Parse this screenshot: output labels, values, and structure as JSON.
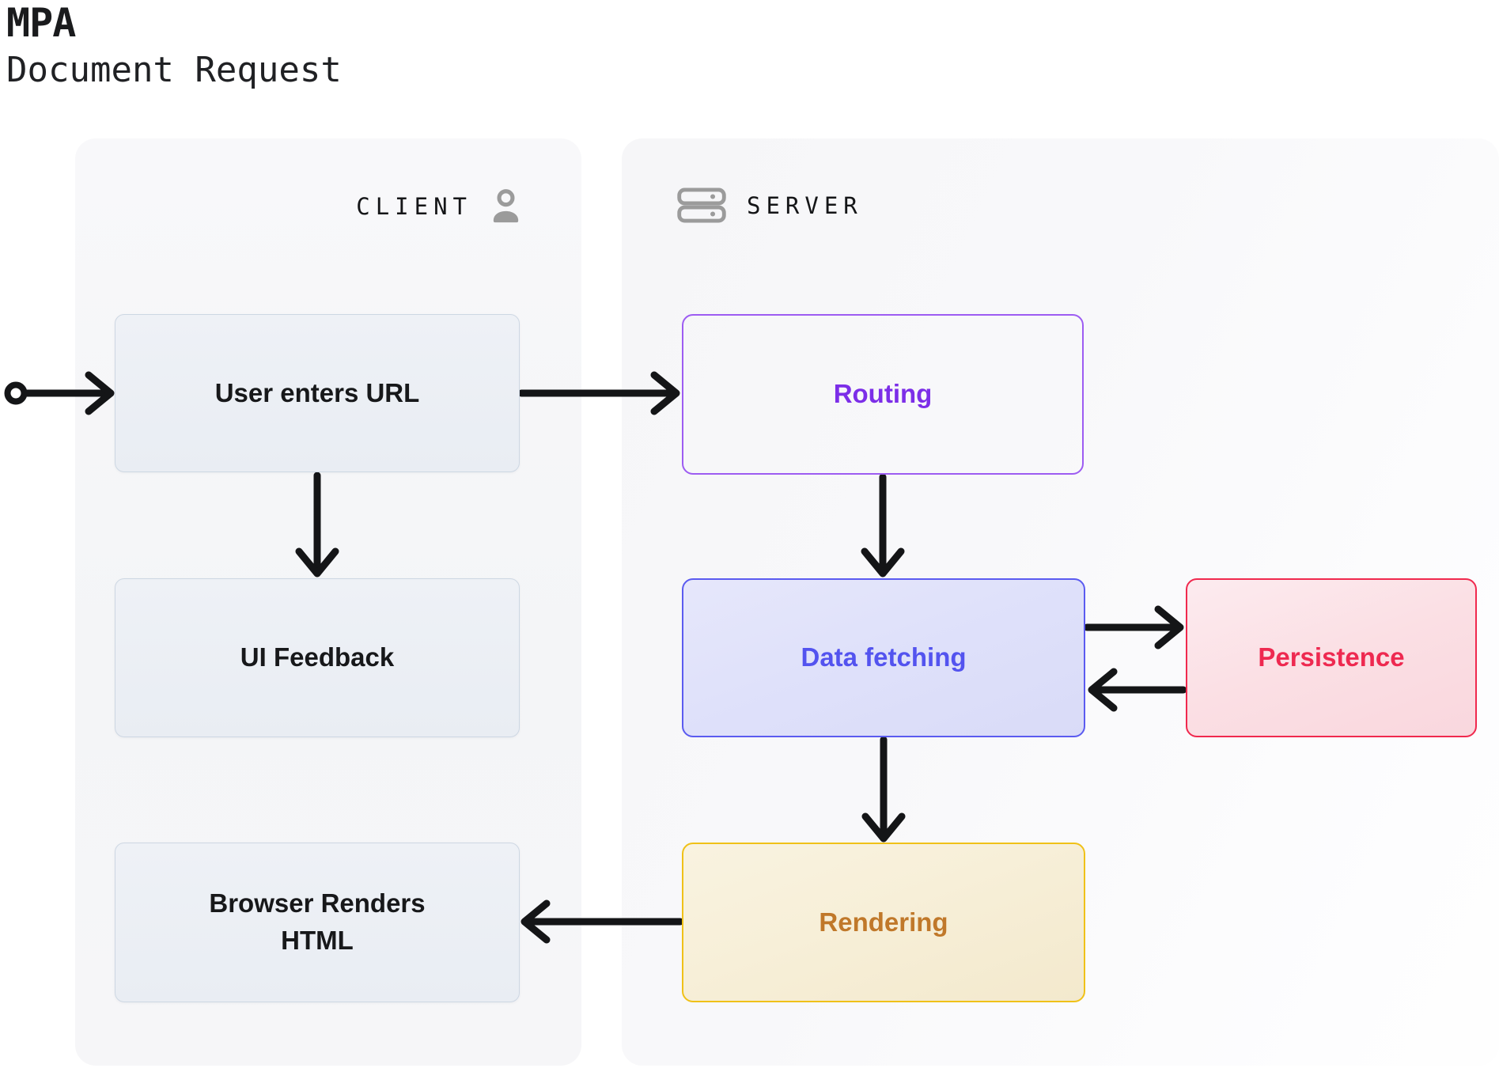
{
  "title": {
    "heading": "MPA",
    "subtitle": "Document Request"
  },
  "panels": {
    "client": {
      "label": "CLIENT",
      "icon": "user-icon",
      "background": "#f6f6f8"
    },
    "server": {
      "label": "SERVER",
      "icon": "server-icon",
      "background": "#f7f7f9"
    }
  },
  "nodes": {
    "user_enters_url": {
      "label": "User enters URL",
      "panel": "client",
      "text_color": "#17181a",
      "border_color": "#cdd7e3",
      "fill": "#ebeef4"
    },
    "ui_feedback": {
      "label": "UI Feedback",
      "panel": "client",
      "text_color": "#17181a",
      "border_color": "#cdd7e3",
      "fill": "#ebeef4"
    },
    "browser_renders_html": {
      "label": "Browser Renders HTML",
      "panel": "client",
      "text_color": "#17181a",
      "border_color": "#cdd7e3",
      "fill": "#ebeef4"
    },
    "routing": {
      "label": "Routing",
      "panel": "server",
      "text_color": "#7c2ee8",
      "border_color": "#9d5cf2",
      "fill": "#eddff9"
    },
    "data_fetching": {
      "label": "Data fetching",
      "panel": "server",
      "text_color": "#5353ef",
      "border_color": "#5b5bf0",
      "fill": "#dfe1fa"
    },
    "rendering": {
      "label": "Rendering",
      "panel": "server",
      "text_color": "#c0782a",
      "border_color": "#f0c118",
      "fill": "#f7efd8"
    },
    "persistence": {
      "label": "Persistence",
      "panel": "none",
      "text_color": "#ee2950",
      "border_color": "#f0294e",
      "fill": "#fbdfe4"
    }
  },
  "edges": [
    {
      "from": "start",
      "to": "user_enters_url"
    },
    {
      "from": "user_enters_url",
      "to": "routing"
    },
    {
      "from": "user_enters_url",
      "to": "ui_feedback"
    },
    {
      "from": "routing",
      "to": "data_fetching"
    },
    {
      "from": "data_fetching",
      "to": "persistence"
    },
    {
      "from": "persistence",
      "to": "data_fetching"
    },
    {
      "from": "data_fetching",
      "to": "rendering"
    },
    {
      "from": "rendering",
      "to": "browser_renders_html"
    }
  ],
  "edge_color": "#141517"
}
